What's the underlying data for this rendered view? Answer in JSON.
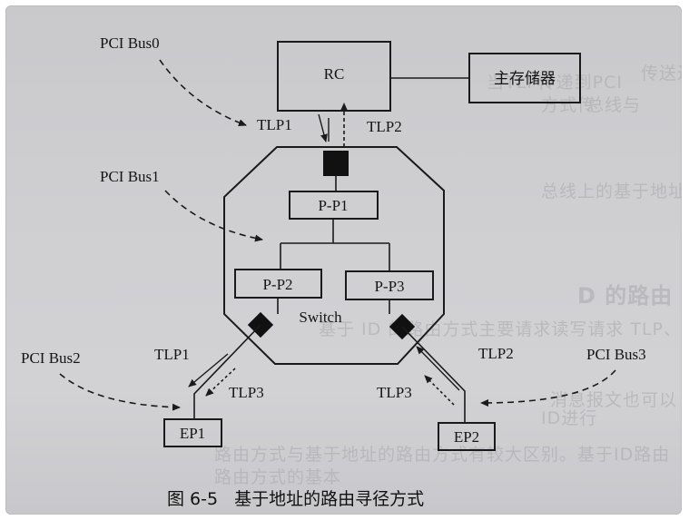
{
  "nodes": {
    "rc": "RC",
    "memory": "主存储器",
    "pp1": "P-P1",
    "pp2": "P-P2",
    "pp3": "P-P3",
    "switch": "Switch",
    "ep1": "EP1",
    "ep2": "EP2"
  },
  "buses": {
    "bus0": "PCI Bus0",
    "bus1": "PCI Bus1",
    "bus2": "PCI Bus2",
    "bus3": "PCI Bus3"
  },
  "tlp": {
    "rc_in": "TLP1",
    "rc_out": "TLP2",
    "ep1_in": "TLP1",
    "ep1_out": "TLP3",
    "ep2_in": "TLP2",
    "ep2_out": "TLP3"
  },
  "caption": {
    "number": "图 6-5",
    "title": "基于地址的路由寻径方式"
  },
  "background_text": [
    "传送过程",
    "总线与",
    "方式传",
    "当TLP传递到PCI",
    "总线上的基于地址",
    "D 的路由",
    "基于 ID 的路由方式主要请求读写请求 TLP、Cpl",
    "消息报文也可以",
    "ID进行",
    "路由方式与基于地址的路由方式有较大区别。基于ID路由",
    "路由方式的基本"
  ]
}
